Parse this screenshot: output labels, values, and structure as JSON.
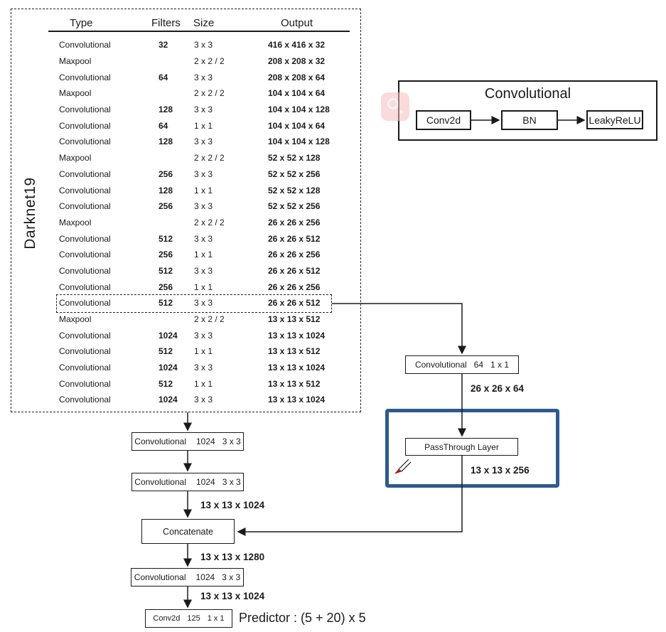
{
  "table": {
    "side_label": "Darknet19",
    "headers": {
      "type": "Type",
      "filters": "Filters",
      "size": "Size",
      "output": "Output"
    },
    "highlighted_row_index": 16,
    "rows": [
      {
        "type": "Convolutional",
        "filters": "32",
        "size": "3 x 3",
        "output": "416 x 416 x 32"
      },
      {
        "type": "Maxpool",
        "filters": "",
        "size": "2 x 2 / 2",
        "output": "208 x 208 x 32"
      },
      {
        "type": "Convolutional",
        "filters": "64",
        "size": "3 x 3",
        "output": "208 x 208 x 64"
      },
      {
        "type": "Maxpool",
        "filters": "",
        "size": "2 x 2 / 2",
        "output": "104 x 104 x 64"
      },
      {
        "type": "Convolutional",
        "filters": "128",
        "size": "3 x 3",
        "output": "104 x 104 x 128"
      },
      {
        "type": "Convolutional",
        "filters": "64",
        "size": "1 x 1",
        "output": "104 x 104 x 64"
      },
      {
        "type": "Convolutional",
        "filters": "128",
        "size": "3 x 3",
        "output": "104 x 104 x 128"
      },
      {
        "type": "Maxpool",
        "filters": "",
        "size": "2 x 2 / 2",
        "output": "52 x 52 x 128"
      },
      {
        "type": "Convolutional",
        "filters": "256",
        "size": "3 x 3",
        "output": "52 x 52 x 256"
      },
      {
        "type": "Convolutional",
        "filters": "128",
        "size": "1 x 1",
        "output": "52 x 52 x 128"
      },
      {
        "type": "Convolutional",
        "filters": "256",
        "size": "3 x 3",
        "output": "52 x 52 x 256"
      },
      {
        "type": "Maxpool",
        "filters": "",
        "size": "2 x 2 / 2",
        "output": "26 x 26 x 256"
      },
      {
        "type": "Convolutional",
        "filters": "512",
        "size": "3 x 3",
        "output": "26 x 26 x 512"
      },
      {
        "type": "Convolutional",
        "filters": "256",
        "size": "1 x 1",
        "output": "26 x 26 x 256"
      },
      {
        "type": "Convolutional",
        "filters": "512",
        "size": "3 x 3",
        "output": "26 x 26 x 512"
      },
      {
        "type": "Convolutional",
        "filters": "256",
        "size": "1 x 1",
        "output": "26 x 26 x 256"
      },
      {
        "type": "Convolutional",
        "filters": "512",
        "size": "3 x 3",
        "output": "26 x 26 x 512"
      },
      {
        "type": "Maxpool",
        "filters": "",
        "size": "2 x 2 / 2",
        "output": "13 x 13 x 512"
      },
      {
        "type": "Convolutional",
        "filters": "1024",
        "size": "3 x 3",
        "output": "13 x 13 x 1024"
      },
      {
        "type": "Convolutional",
        "filters": "512",
        "size": "1 x 1",
        "output": "13 x 13 x 512"
      },
      {
        "type": "Convolutional",
        "filters": "1024",
        "size": "3 x 3",
        "output": "13 x 13 x 1024"
      },
      {
        "type": "Convolutional",
        "filters": "512",
        "size": "1 x 1",
        "output": "13 x 13 x 512"
      },
      {
        "type": "Convolutional",
        "filters": "1024",
        "size": "3 x 3",
        "output": "13 x 13 x 1024"
      }
    ]
  },
  "conv_block": {
    "title": "Convolutional",
    "items": [
      "Conv2d",
      "BN",
      "LeakyReLU"
    ]
  },
  "flow": {
    "conv_a": {
      "label": "Convolutional",
      "filters": "1024",
      "size": "3 x 3"
    },
    "conv_b": {
      "label": "Convolutional",
      "filters": "1024",
      "size": "3 x 3"
    },
    "concatenate": {
      "label": "Concatenate"
    },
    "conv_c": {
      "label": "Convolutional",
      "filters": "1024",
      "size": "3 x 3"
    },
    "predictor_conv": {
      "label": "Conv2d",
      "filters": "125",
      "size": "1 x 1"
    },
    "branch_conv": {
      "label": "Convolutional",
      "filters": "64",
      "size": "1 x 1"
    },
    "passthrough": {
      "label": "PassThrough Layer"
    },
    "dims": {
      "branch": "26 x 26 x 64",
      "passthrough": "13 x 13 x 256",
      "after_conv_b": "13 x 13 x 1024",
      "after_concatenate": "13 x 13 x 1280",
      "after_conv_c": "13 x 13 x 1024"
    },
    "predictor_text": "Predictor : (5 + 20) x 5"
  },
  "colors": {
    "passthrough_frame": "#2e5a8c",
    "line": "#1a1a1a",
    "watermark": "#f6bebe"
  }
}
